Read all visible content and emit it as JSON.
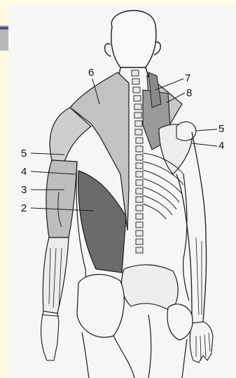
{
  "labels": {
    "l6": "6",
    "l7": "7",
    "l8": "8",
    "l5_right": "5",
    "l4_right": "4",
    "l5_left": "5",
    "l4_left": "4",
    "l3_left": "3",
    "l2_left": "2"
  },
  "colors": {
    "background": "#fefbe3",
    "panel": "#f6f6f6",
    "light_muscle": "#c2c2c2",
    "dark_muscle": "#6b6b6b",
    "outline": "#1a1a1a",
    "accent": "#5b4a8c"
  }
}
